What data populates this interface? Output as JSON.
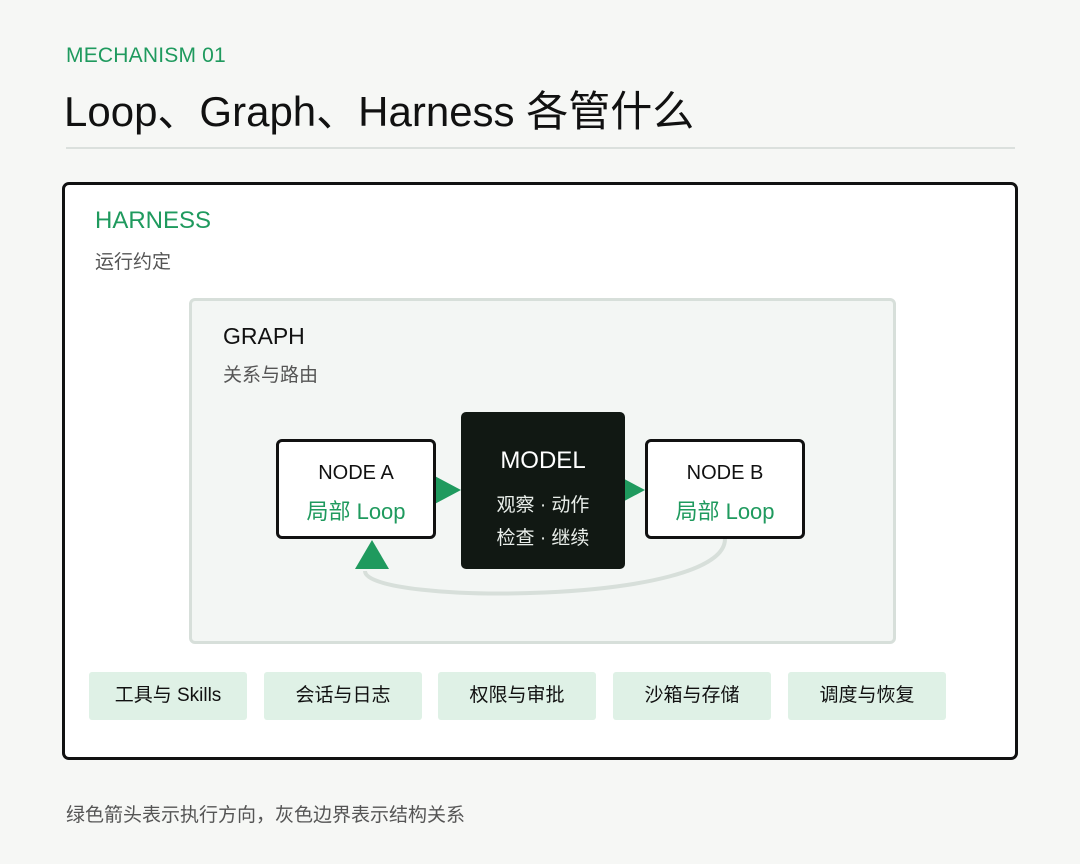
{
  "header": {
    "eyebrow": "MECHANISM 01",
    "title": "Loop、Graph、Harness 各管什么"
  },
  "harness": {
    "title": "HARNESS",
    "subtitle": "运行约定",
    "chips": [
      "工具与 Skills",
      "会话与日志",
      "权限与审批",
      "沙箱与存储",
      "调度与恢复"
    ]
  },
  "graph": {
    "title": "GRAPH",
    "subtitle": "关系与路由",
    "node_a": {
      "name": "NODE A",
      "loop": "局部 Loop"
    },
    "model": {
      "title": "MODEL",
      "line1": "观察 · 动作",
      "line2": "检查 · 继续"
    },
    "node_b": {
      "name": "NODE B",
      "loop": "局部 Loop"
    }
  },
  "footnote": "绿色箭头表示执行方向，灰色边界表示结构关系",
  "colors": {
    "accent_green": "#1f9a5e",
    "chip_bg": "#dff1e6",
    "graph_border": "#d7dfda",
    "model_bg": "#111813",
    "border_dark": "#111111"
  }
}
